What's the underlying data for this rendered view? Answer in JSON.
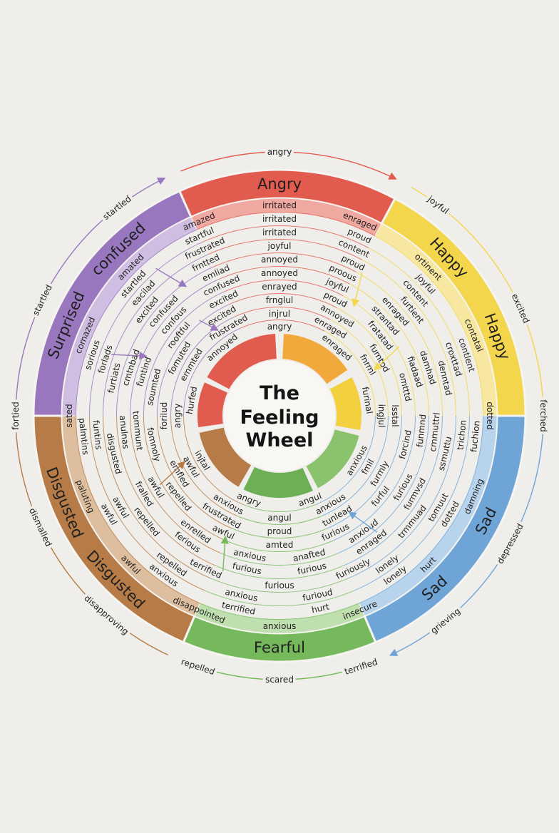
{
  "title_lines": [
    "The",
    "Feeling",
    "Wheel"
  ],
  "background": "#efeeea",
  "sectors": [
    {
      "name": "Angry",
      "color": "#e25b4f",
      "light": "#f0a9a1",
      "start": -24,
      "end": 28,
      "labels": [
        {
          "text": "Angry",
          "at": 0
        }
      ]
    },
    {
      "name": "Happy",
      "color": "#f3d64b",
      "light": "#f7e7a0",
      "start": 28,
      "end": 90,
      "labels": [
        {
          "text": "Happy",
          "at": 47
        },
        {
          "text": "Happy",
          "at": 70
        }
      ]
    },
    {
      "name": "Sad",
      "color": "#6fa5d6",
      "light": "#b8d3ec",
      "start": 90,
      "end": 157,
      "labels": [
        {
          "text": "Sad",
          "at": 117
        },
        {
          "text": "Sad",
          "at": 138
        }
      ]
    },
    {
      "name": "Fearful",
      "color": "#76b95c",
      "light": "#bfdfae",
      "start": 157,
      "end": 203,
      "labels": [
        {
          "text": "Fearful",
          "at": 180
        }
      ]
    },
    {
      "name": "Disgusted",
      "color": "#b67b46",
      "light": "#ddbf9f",
      "start": 203,
      "end": 270,
      "labels": [
        {
          "text": "Disgusted",
          "at": 225
        },
        {
          "text": "Disgusted",
          "at": 248
        }
      ]
    },
    {
      "name": "Surprised",
      "color": "#9877be",
      "light": "#cfbde2",
      "start": 270,
      "end": 336,
      "labels": [
        {
          "text": "Surprised",
          "at": 293
        },
        {
          "text": "confused",
          "at": 316
        }
      ]
    }
  ],
  "outer_labels": [
    {
      "text": "angry",
      "at": 0
    },
    {
      "text": "joyful",
      "at": 37
    },
    {
      "text": "excited",
      "at": 66
    },
    {
      "text": "ferched",
      "at": 90
    },
    {
      "text": "depressed",
      "at": 119
    },
    {
      "text": "grieving",
      "at": 141
    },
    {
      "text": "terrified",
      "at": 162
    },
    {
      "text": "scared",
      "at": 180
    },
    {
      "text": "repelled",
      "at": 198
    },
    {
      "text": "disapproving",
      "at": 221
    },
    {
      "text": "dismalled",
      "at": 245
    },
    {
      "text": "fortied",
      "at": 270
    },
    {
      "text": "startled",
      "at": 296
    },
    {
      "text": "startled",
      "at": 322
    }
  ],
  "light_band_words": [
    "irritated",
    "enraged",
    "ortinent",
    "contatal",
    "dotted",
    "damning",
    "hurt",
    "insecure",
    "anxious",
    "disappointed",
    "awful",
    "paluting",
    "sated",
    "comazed",
    "amated",
    "amazed"
  ],
  "rings": [
    [
      "irritated",
      "proud",
      "joyful",
      "contlent",
      "fuchion",
      "dotted",
      "lonely",
      "hurt",
      "terrified",
      "anxious",
      "awful",
      "palmtins",
      "sorious",
      "startled",
      "startful"
    ],
    [
      "irritated",
      "content",
      "content",
      "croxttad",
      "trichon",
      "tomuut",
      "lonely",
      "furioud",
      "anxious",
      "repelled",
      "awful",
      "funtins",
      "forlads",
      "eacilad",
      "frustrated"
    ],
    [
      "joyful",
      "proud",
      "furtient",
      "denntad",
      "ssmuttu",
      "trmmuad",
      "furiously",
      "furious",
      "terrified",
      "repelled",
      "disgusted",
      "furtiats",
      "excited",
      "frntted"
    ],
    [
      "annoyed",
      "proous",
      "enraged",
      "damhad",
      "cmmuttrl",
      "furmvsd",
      "enraged",
      "furious",
      "furious",
      "ferious",
      "fralled",
      "anulnas",
      "cmtnbad",
      "confused",
      "emliad"
    ],
    [
      "annoyed",
      "joyful",
      "strantad",
      "fiadaad",
      "funmnd",
      "furious",
      "anxioud",
      "anafted",
      "anxious",
      "enrelled",
      "awful",
      "tommunt",
      "funtind",
      "confous",
      "confused"
    ],
    [
      "enrayed",
      "proud",
      "fratatad",
      "omtttd",
      "forcind",
      "furful",
      "furious",
      "amted",
      "awful",
      "repelled",
      "fomnoly",
      "soumted",
      "rooftful",
      "excited"
    ],
    [
      "frnglul",
      "annoyed",
      "fumtod",
      "lsstal",
      "furmly",
      "tunlead",
      "proud",
      "frustrated",
      "emfled",
      "forilud",
      "fomuted",
      "excited"
    ],
    [
      "injrul",
      "enraged",
      "fnrml",
      "ingjul",
      "fmil",
      "anxious",
      "angul",
      "anxious",
      "awful",
      "angry",
      "emmted",
      "frustrated"
    ],
    [
      "angry",
      "enraged",
      "furinal",
      "anxious",
      "angul",
      "angry",
      "injtal",
      "hurfed",
      "annoyed"
    ]
  ],
  "inner_ring": [
    {
      "color": "#e25b4f",
      "start": -62,
      "end": -3
    },
    {
      "color": "#f1a93b",
      "start": 3,
      "end": 56
    },
    {
      "color": "#f3d03d",
      "start": 62,
      "end": 100
    },
    {
      "color": "#8bc26e",
      "start": 104,
      "end": 152
    },
    {
      "color": "#6caf55",
      "start": 156,
      "end": 206
    },
    {
      "color": "#b67b46",
      "start": 210,
      "end": 258
    },
    {
      "color": "#e25b4f",
      "start": 262,
      "end": 294
    }
  ]
}
